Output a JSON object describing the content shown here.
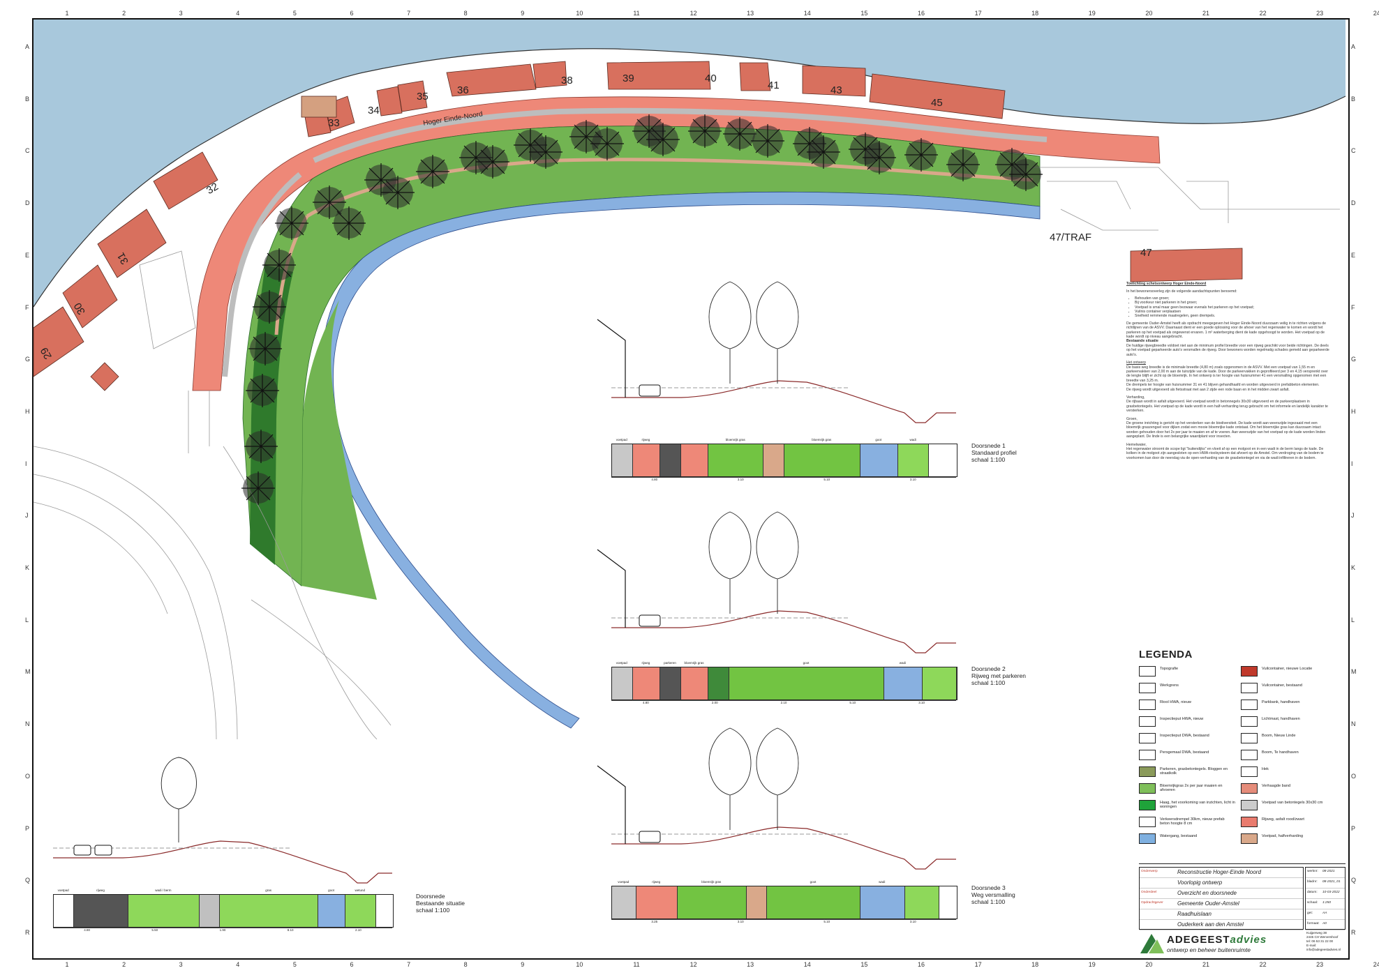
{
  "grid": {
    "cols": [
      "1",
      "2",
      "3",
      "4",
      "5",
      "6",
      "7",
      "8",
      "9",
      "10",
      "11",
      "12",
      "13",
      "14",
      "15",
      "16",
      "17",
      "18",
      "19",
      "20",
      "21",
      "22",
      "23",
      "24"
    ],
    "rows": [
      "A",
      "B",
      "C",
      "D",
      "E",
      "F",
      "G",
      "H",
      "I",
      "J",
      "K",
      "L",
      "M",
      "N",
      "O",
      "P",
      "Q",
      "R"
    ]
  },
  "map": {
    "street_name": "Hoger Einde-Noord",
    "houses": [
      "33",
      "34",
      "35",
      "36",
      "38",
      "39",
      "40",
      "41",
      "43",
      "45",
      "32",
      "31",
      "30",
      "29",
      "47"
    ],
    "traf_label": "47/TRAF"
  },
  "explanation": {
    "title": "Toelichting schetsontwerp Hoger Einde-Noord",
    "intro": "In het bewonersoverleg zijn de volgende aandachtspunten benoemd:",
    "bullets": [
      "Behouden van groen;",
      "Bij voorkeur niet parkeren in het groen;",
      "Voetpad is smal maar geen bezwaar evenals het parkeren op het voetpad;",
      "Vuilnis container verplaatsen",
      "Snelheid remmende maatregelen, geen drempels."
    ],
    "p1": "De gemeente Ouder-Amstel heeft als opdracht meegegeven het Hoger Einde-Noord duurzaam veilig in te richten volgens de richtlijnen van de ASVV. Daarnaast dient er een goede oplossing voor de afvoer van het regenwater te komen en wordt het parkeren op het voetpad als ongewenst ervaren. 1 m² waterberging dient de kade opgehoogd te worden. Het voetpad op de kade wordt op niveau aangebracht.",
    "h_bestaand": "Bestaande situatie",
    "p_bestaand": "De huidige rijwegbreedte voldoet niet aan de minimum profiel breedte voor een rijweg geschikt voor beide richtingen. De deels op het voetpad geparkeerde auto's versmallen de rijweg. Door bewoners worden regelmatig schades gemeld aan geparkeerde auto's.",
    "h_ontwerp": "Het ontwerp",
    "p_ontwerp1": "De basis weg breedte is de minimale breedte (4,80 m) zoals opgenomen in de ASVV. Met een voetpad van 1,55 m en parkeervakken van 2,00 m aan de tuinzijde van de kade. Door de parkeervakken in geprofileerd per 3 en 4,15 versprenkt over de lengte blijft er zicht op de bloemrijk. In het ontwerp is ter hoogte van huisnummer 41 een versmalling opgenomen met een breedte van 3,25 m.",
    "p_ontwerp2": "De drempels ter hoogte van huisnummer 31 en 41 blijven gehandhaafd en worden uitgevoerd in prefabbeton elementen.",
    "p_ontwerp3": "De rijweg wordt uitgevoerd als fietsstraat met aan 2 zijde een rode baan en in het midden zwart asfalt.",
    "h_verharding": "Verharding,",
    "p_verharding": "De rijbaan wordt in asfalt uitgevoerd. Het voetpad wordt in betonnegels 30x30 uitgevoerd en de parkeerplaatsen in grasbetontegels. Het voetpad op de kade wordt in een half-verharding terug gebracht om het informele en landelijk karakter te versterken.",
    "h_groen": "Groen,",
    "p_groen": "De groene inrichting is gericht op het versterken van de biodiversiteit. De kade wordt aan weerszijde ingezaaid met een bloemrijk graszengsel voor dijken zodat een mooie bloemrijke kade ontstaat. Om het bloemrijke gras kan duurzaam intact worden gehouden door het 2x per jaar te maaien en af te voeren. Aan weerszijde van het voetpad op de kade worden linden aangeplant. De linde is een belangrijke waardplant voor insecten.",
    "h_hemelwater": "Hemelwater,",
    "p_hemelwater": "Het regenwater stroomt de scope ligt \"buitendijks\" en vloeit af op een molgoot en in een wadi in de berm langs de kade. De kolken in de molgoot zijn aangesloten op een HWA-rioolsysteem dat afvoert op de Amstel. Om verdroging van de bodem te voorkomen kan door de neerslag via de open-verharding van de grasbetontegel en via de wadi infiltreren in de bodem."
  },
  "sections": [
    {
      "title": "Doorsnede 1",
      "subtitle": "Standaard profiel",
      "scale": "schaal 1:100",
      "strip_labels": [
        "voetpad",
        "rijweg",
        "",
        "",
        "bloemrijk gras",
        "",
        "bloemrijk gras",
        "goot",
        "wadi"
      ],
      "dims": [
        "4.80",
        "3.10",
        "5.10",
        "3.10"
      ]
    },
    {
      "title": "Doorsnede 2",
      "subtitle": "Rijweg met parkeren",
      "scale": "schaal 1:100",
      "strip_labels": [
        "voetpad",
        "rijweg",
        "parkeren",
        "bloemrijk gras",
        "",
        "goot",
        "wadi"
      ],
      "dims": [
        "4.80",
        "2.00",
        "2.10",
        "5.10",
        "3.10"
      ]
    },
    {
      "title": "Doorsnede 3",
      "subtitle": "Weg versmalling",
      "scale": "schaal 1:100",
      "strip_labels": [
        "voetpad",
        "rijweg",
        "bloemrijk gras",
        "",
        "goot",
        "wadi"
      ],
      "dims": [
        "3.25",
        "3.10",
        "5.10",
        "3.10"
      ]
    },
    {
      "title": "Doorsnede",
      "subtitle": "Bestaande situatie",
      "scale": "schaal 1:100",
      "strip_labels": [
        "voetpad",
        "rijweg",
        "wadi / berm",
        "",
        "gras",
        "goot",
        "wetund"
      ],
      "dims": [
        "4.80",
        "5.50",
        "1.90",
        "8.10",
        "2.10"
      ]
    }
  ],
  "legend": {
    "title": "LEGENDA",
    "left": [
      {
        "label": "Topografie",
        "color": "#ffffff"
      },
      {
        "label": "Werkgrens",
        "color": "#ffffff"
      },
      {
        "label": "Riool HWA, nieuw",
        "color": "#ffffff"
      },
      {
        "label": "Inspectieput HWA, nieuw",
        "color": "#ffffff"
      },
      {
        "label": "Inspectieput DWA, bestaand",
        "color": "#ffffff"
      },
      {
        "label": "Persgemaal DWA, bestaand",
        "color": "#ffffff"
      },
      {
        "label": "Parkeren, grasbetontegels. Bloggen en straatkolk",
        "color": "#8a9a5a"
      },
      {
        "label": "Bloemrijkgras 2x per jaar maaien en afvoeren",
        "color": "#7fbf5a"
      },
      {
        "label": "Haag, het voorkoming van inzichten, licht in woningen",
        "color": "#1fa33a"
      },
      {
        "label": "Verkeersdrempel 30km, nieuw prefab beton hoogte 8 cm",
        "color": "#ffffff"
      },
      {
        "label": "Watergang, bestaand",
        "color": "#7fb0e0"
      }
    ],
    "right": [
      {
        "label": "Vuilcontainer, nieuwe Locatie",
        "color": "#c0392b"
      },
      {
        "label": "Vuilcontainer, bestaand",
        "color": "#ffffff"
      },
      {
        "label": "Parkbank, handhaven",
        "color": "#ffffff"
      },
      {
        "label": "Lichtmast, handhaven",
        "color": "#ffffff"
      },
      {
        "label": "Boom, Nieuw Linde",
        "color": "#ffffff"
      },
      {
        "label": "Boom, Te handhaven",
        "color": "#ffffff"
      },
      {
        "label": "Hek",
        "color": "#ffffff"
      },
      {
        "label": "Verhaagde band",
        "color": "#e58c7a"
      },
      {
        "label": "Voetpad van betontegels 30x30 cm",
        "color": "#cccccc"
      },
      {
        "label": "Rijweg, asfalt rood/zwart",
        "color": "#e97b6e"
      },
      {
        "label": "Voetpad, halfverharding",
        "color": "#d9a88a"
      }
    ]
  },
  "titleblock": {
    "rows": [
      {
        "key": "Onderwerp",
        "val": "Reconstructie Hoger-Einde Noord"
      },
      {
        "key": "",
        "val": "Voorlopig ontwerp"
      },
      {
        "key": "Onderdeel",
        "val": "Overzicht en doorsnede"
      },
      {
        "key": "Opdrachtgever",
        "val": "Gemeente Ouder-Amstel"
      },
      {
        "key": "",
        "val": "Raadhuislaan"
      },
      {
        "key": "",
        "val": "Ouderkerk aan den Amstel"
      }
    ],
    "meta": [
      {
        "key": "werknr:",
        "val": "08-2021"
      },
      {
        "key": "bladnr:",
        "val": "08-2021_01"
      },
      {
        "key": "datum:",
        "val": "10-03-2022"
      },
      {
        "key": "schaal:",
        "val": "1:250"
      },
      {
        "key": "get:",
        "val": "AA"
      },
      {
        "key": "formaat:",
        "val": "A0"
      }
    ],
    "company": "ADEGEEST",
    "company_suffix": "advies",
    "tagline": "ontwerp en beheer buitenruimte",
    "address": [
      "Kuijperweg 38",
      "2445 CH Wervershoof",
      "tel: 06 53 31 22 00",
      "E-mail: info@adegeestadvies.nl"
    ]
  },
  "colors": {
    "water": "#a8c8dc",
    "road": "#ee8878",
    "house": "#d8705e",
    "grass": "#72b452",
    "darkgreen": "#3a8a34",
    "wadi": "#88b0e0",
    "path": "#d9a88a"
  }
}
